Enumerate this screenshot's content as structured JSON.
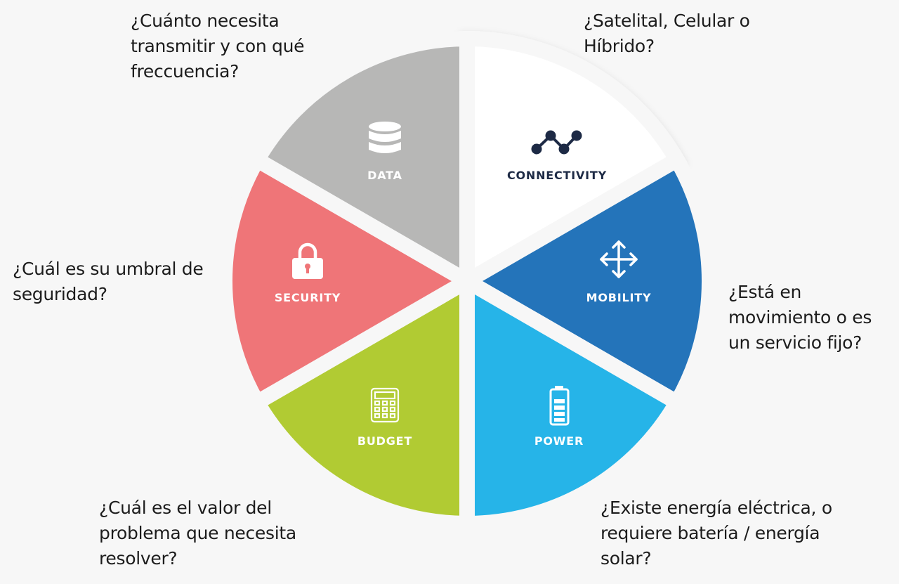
{
  "segments": [
    {
      "id": "connectivity",
      "label": "CONNECTIVITY",
      "icon": "network-nodes-icon",
      "color": "#ffffff",
      "text_color": "#1d2a45"
    },
    {
      "id": "mobility",
      "label": "MOBILITY",
      "icon": "move-arrows-icon",
      "color": "#2474ba",
      "text_color": "#ffffff"
    },
    {
      "id": "power",
      "label": "POWER",
      "icon": "battery-icon",
      "color": "#26b4e8",
      "text_color": "#ffffff"
    },
    {
      "id": "budget",
      "label": "BUDGET",
      "icon": "calculator-icon",
      "color": "#b1cb33",
      "text_color": "#ffffff"
    },
    {
      "id": "security",
      "label": "SECURITY",
      "icon": "lock-icon",
      "color": "#ef7578",
      "text_color": "#ffffff"
    },
    {
      "id": "data",
      "label": "DATA",
      "icon": "database-icon",
      "color": "#b7b7b6",
      "text_color": "#ffffff"
    }
  ],
  "questions": {
    "data": [
      "¿Cuánto necesita",
      "transmitir y con qué",
      "freccuencia?"
    ],
    "connectivity": [
      "¿Satelital, Celular o",
      "Híbrido?"
    ],
    "security": [
      "¿Cuál es su umbral de",
      "seguridad?"
    ],
    "mobility": [
      "¿Está en",
      "movimiento o es",
      "un servicio fijo?"
    ],
    "budget": [
      "¿Cuál es el valor del",
      "problema que necesita",
      "resolver?"
    ],
    "power": [
      "¿Existe energía eléctrica, o",
      "requiere batería / energía",
      "solar?"
    ]
  }
}
